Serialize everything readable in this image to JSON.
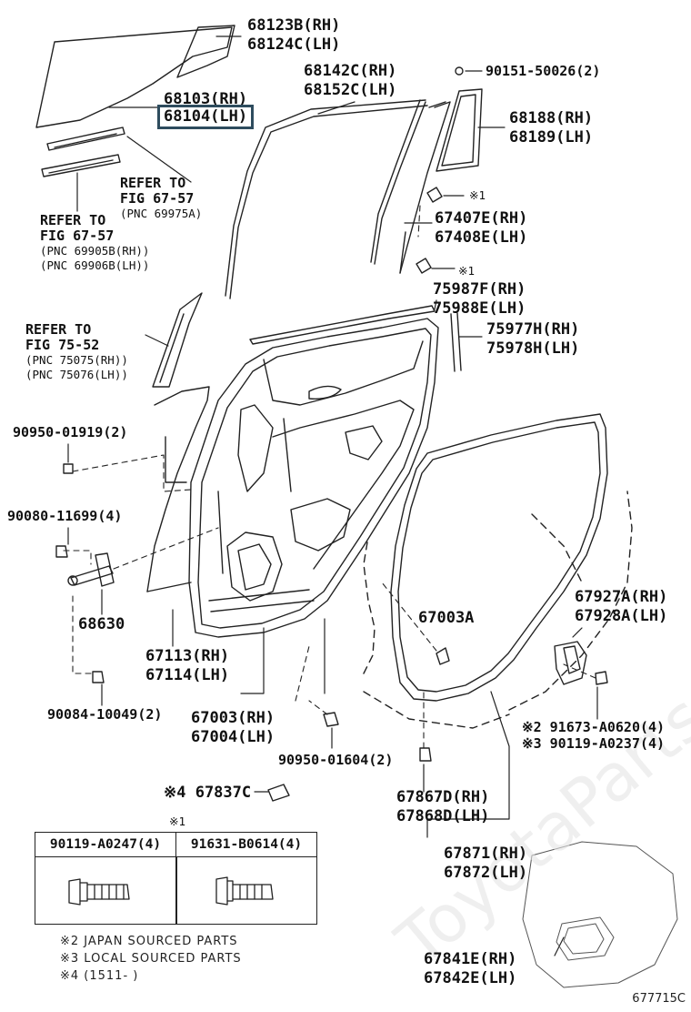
{
  "labels": {
    "l68123": "68123B(RH)",
    "l68124": "68124C(LH)",
    "l68103": "68103(RH)",
    "l68104": "68104(LH)",
    "l68142": "68142C(RH)",
    "l68152": "68152C(LH)",
    "l90151": "90151-50026(2)",
    "l68188": "68188(RH)",
    "l68189": "68189(LH)",
    "l67407": "67407E(RH)",
    "l67408": "67408E(LH)",
    "l75987": "75987F(RH)",
    "l75988": "75988E(LH)",
    "l75977": "75977H(RH)",
    "l75978": "75978H(LH)",
    "l90950a": "90950-01919(2)",
    "l90080": "90080-11699(4)",
    "l68630": "68630",
    "l67113": "67113(RH)",
    "l67114": "67114(LH)",
    "l67003a": "67003A",
    "l67927": "67927A(RH)",
    "l67928": "67928A(LH)",
    "l90084": "90084-10049(2)",
    "l67003": "67003(RH)",
    "l67004": "67004(LH)",
    "l91673": "※2 91673-A0620(4)",
    "l90119b": "※3 90119-A0237(4)",
    "l90950b": "90950-01604(2)",
    "l67837": "※4 67837C",
    "l67867": "67867D(RH)",
    "l67868": "67868D(LH)",
    "l67871": "67871(RH)",
    "l67872": "67872(LH)",
    "l67841": "67841E(RH)",
    "l67842": "67842E(LH)",
    "mark1a": "※1",
    "mark1b": "※1",
    "mark1c": "※1"
  },
  "refs": {
    "r1": {
      "line1": "REFER TO",
      "line2": "FIG 67-57",
      "pnc": "(PNC 69975A)"
    },
    "r2": {
      "line1": "REFER TO",
      "line2": "FIG 67-57",
      "pnc1": "(PNC 69905B(RH))",
      "pnc2": "(PNC 69906B(LH))"
    },
    "r3": {
      "line1": "REFER TO",
      "line2": "FIG 75-52",
      "pnc1": "(PNC 75075(RH))",
      "pnc2": "(PNC 75076(LH))"
    }
  },
  "table": {
    "col1": "90119-A0247(4)",
    "col2": "91631-B0614(4)"
  },
  "notes": {
    "n2": "※2 JAPAN SOURCED PARTS",
    "n3": "※3 LOCAL SOURCED PARTS",
    "n4": "※4 (1511-      )"
  },
  "figure_id": "677715C",
  "watermark": "ToyotaParts.ru",
  "highlight_color": "#2e4c5e"
}
